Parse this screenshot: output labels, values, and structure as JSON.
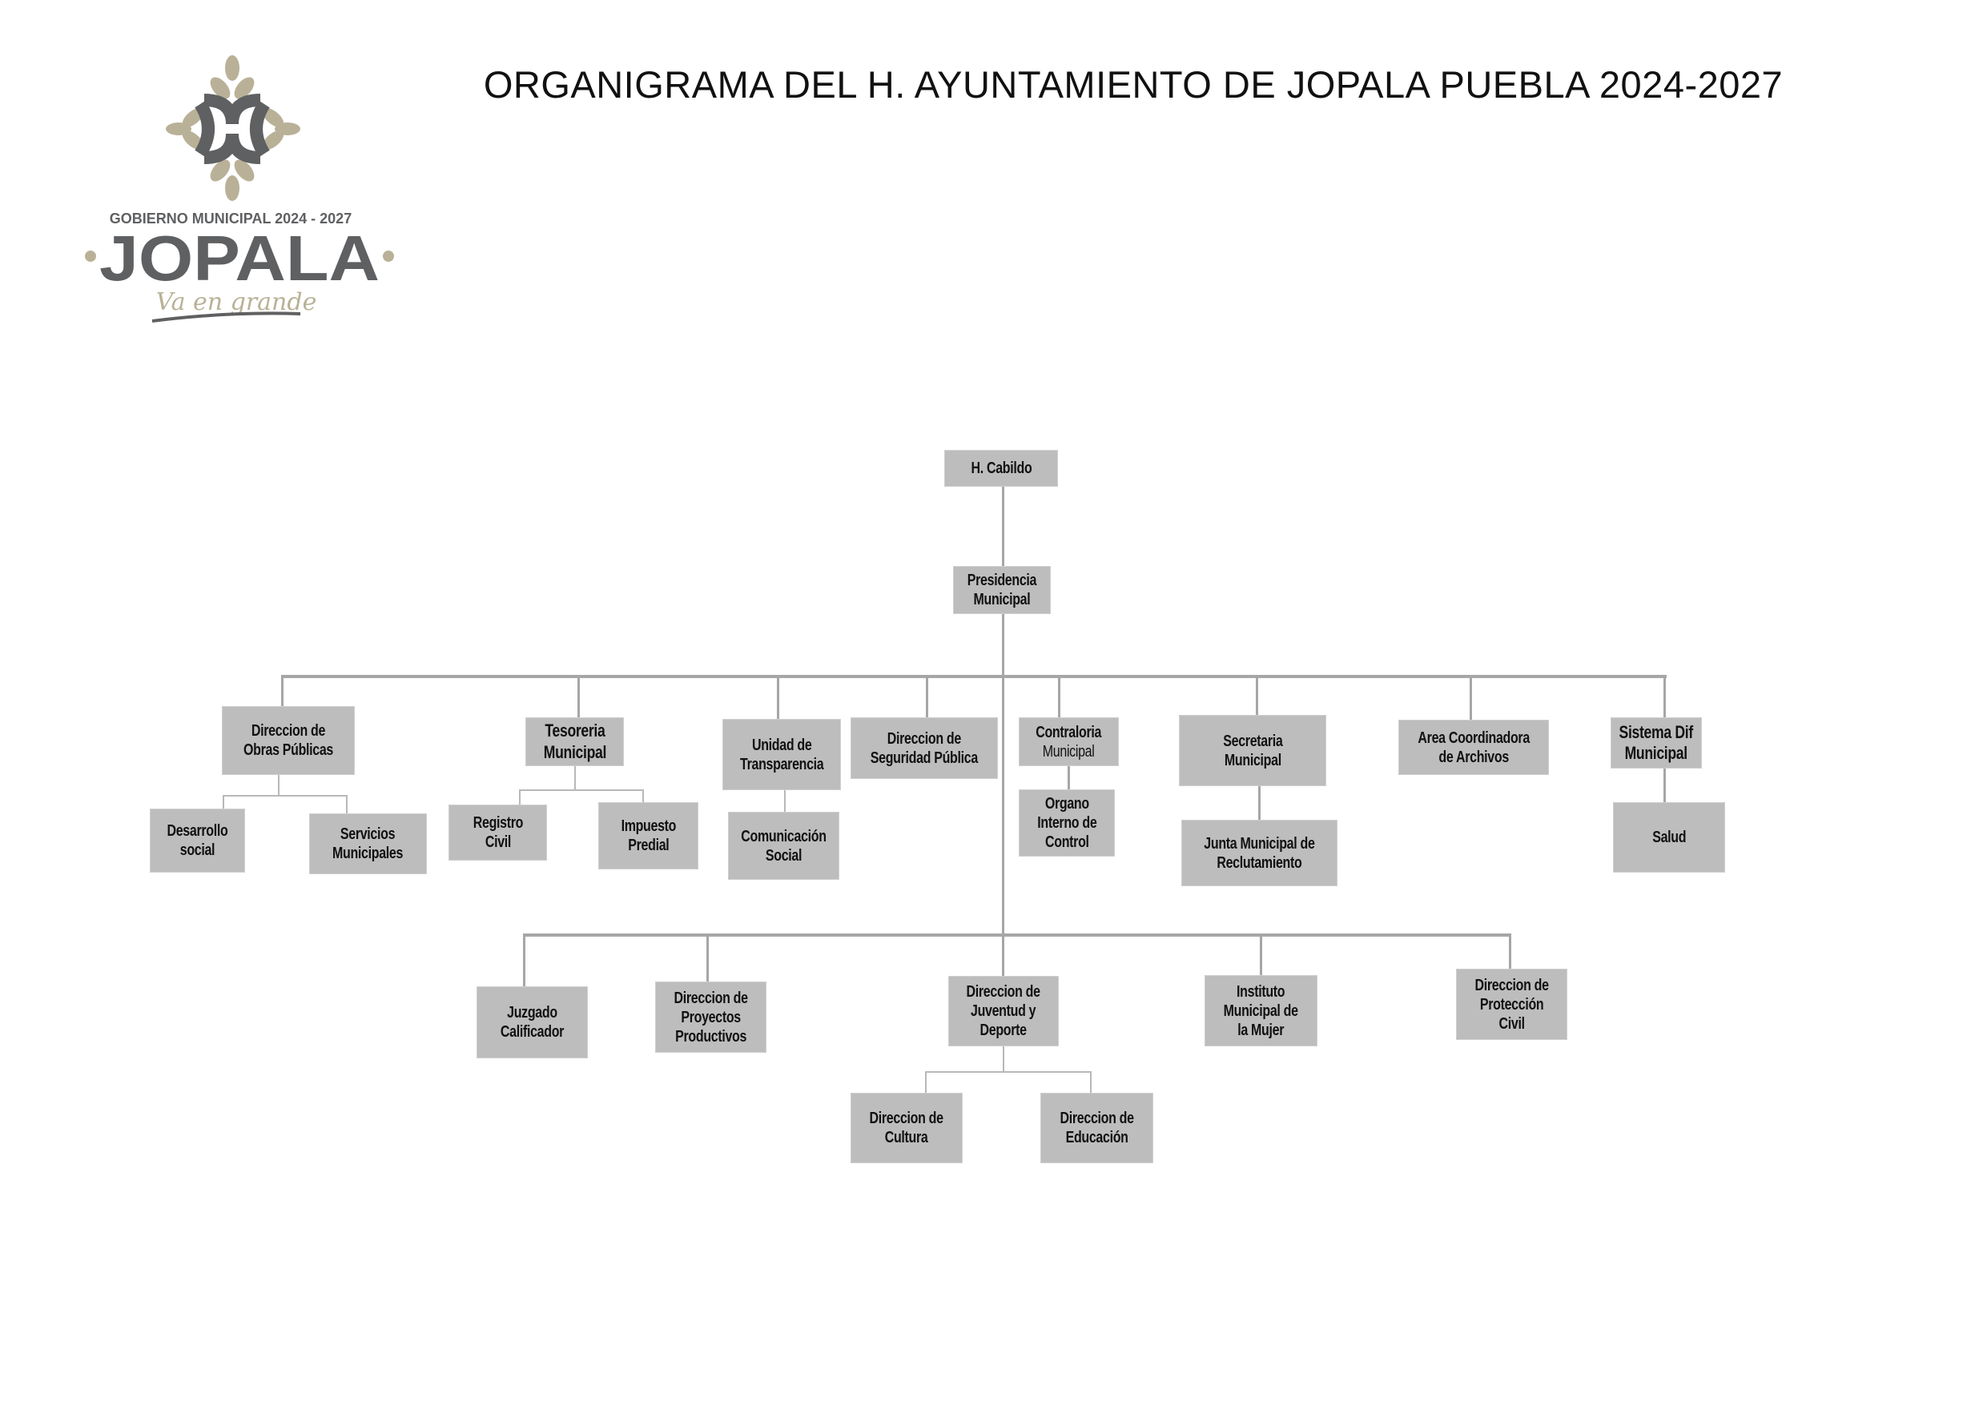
{
  "title": "ORGANIGRAMA DEL H. AYUNTAMIENTO DE JOPALA PUEBLA 2024-2027",
  "logo": {
    "subtitle": "GOBIERNO MUNICIPAL 2024 - 2027",
    "name": "JOPALA",
    "slogan": "Va en grande",
    "colors": {
      "gray": "#5f6062",
      "gold": "#b9b197"
    }
  },
  "colors": {
    "box": "#bdbdbd",
    "line": "#a6a6a6"
  },
  "org": {
    "cabildo": "H. Cabildo",
    "presidencia": [
      "Presidencia",
      "Municipal"
    ],
    "obras": [
      "Direccion de",
      "Obras Públicas"
    ],
    "desarrollo": [
      "Desarrollo",
      "social"
    ],
    "servicios": [
      "Servicios",
      "Municipales"
    ],
    "tesoreria": [
      "Tesoreria",
      "Municipal"
    ],
    "registro": [
      "Registro",
      "Civil"
    ],
    "predial": [
      "Impuesto",
      "Predial"
    ],
    "transparencia": [
      "Unidad de",
      "Transparencia"
    ],
    "comunicacion": [
      "Comunicación",
      "Social"
    ],
    "seguridad": [
      "Direccion de",
      "Seguridad Pública"
    ],
    "contraloria": [
      "Contraloria",
      "Municipal"
    ],
    "organo": [
      "Organo",
      "Interno de",
      "Control"
    ],
    "secretaria": [
      "Secretaria",
      "Municipal"
    ],
    "junta": [
      "Junta Municipal de",
      "Reclutamiento"
    ],
    "archivos": [
      "Area Coordinadora",
      "de Archivos"
    ],
    "dif": [
      "Sistema Dif",
      "Municipal"
    ],
    "salud": "Salud",
    "juzgado": [
      "Juzgado",
      "Calificador"
    ],
    "proyectos": [
      "Direccion de",
      "Proyectos",
      "Productivos"
    ],
    "juventud": [
      "Direccion de",
      "Juventud y",
      "Deporte"
    ],
    "mujer": [
      "Instituto",
      "Municipal de",
      "la Mujer"
    ],
    "proteccion": [
      "Direccion de",
      "Protección",
      "Civil"
    ],
    "cultura": [
      "Direccion de",
      "Cultura"
    ],
    "educacion": [
      "Direccion de",
      "Educación"
    ]
  }
}
